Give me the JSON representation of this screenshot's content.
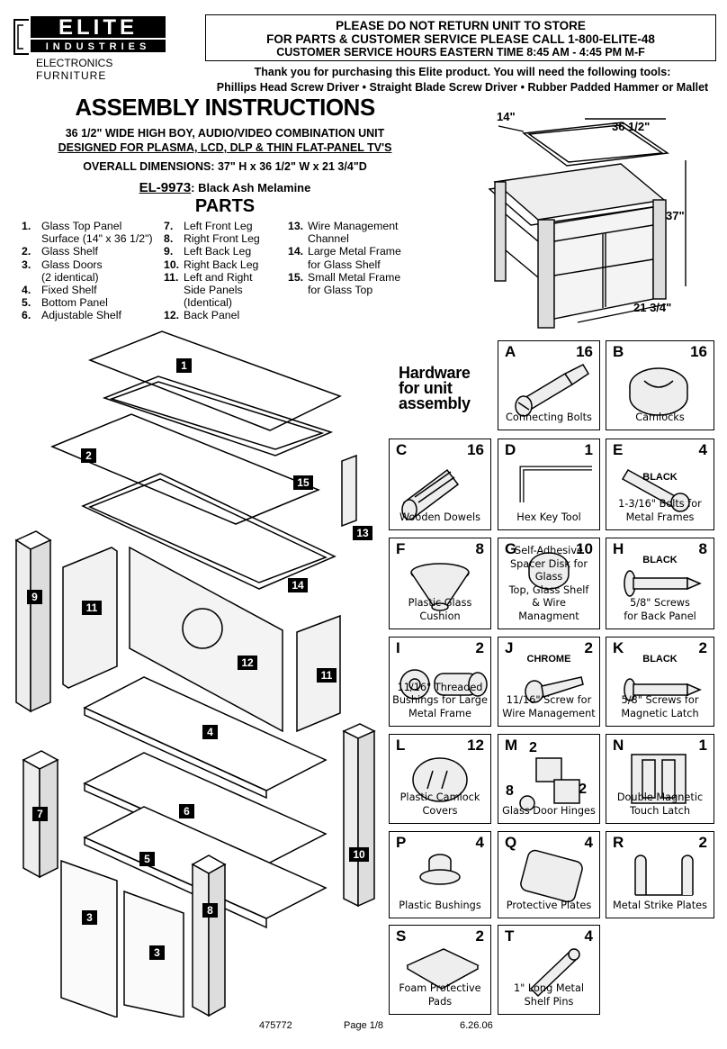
{
  "logo": {
    "brand": "ELITE",
    "sub": "INDUSTRIES",
    "line1": "ELECTRONICS",
    "line2": "FURNITURE"
  },
  "warning": {
    "line1": "PLEASE DO NOT RETURN UNIT TO STORE",
    "line2": "FOR PARTS & CUSTOMER SERVICE PLEASE CALL 1-800-ELITE-48",
    "line3": "CUSTOMER SERVICE HOURS EASTERN TIME 8:45 AM - 4:45 PM M-F"
  },
  "tools": {
    "line1": "Thank you for purchasing this Elite product. You will need the following tools:",
    "line2": "Phillips Head Screw Driver • Straight Blade Screw Driver • Rubber Padded Hammer or Mallet"
  },
  "title": "ASSEMBLY INSTRUCTIONS",
  "subtitle": {
    "line1": "36 1/2\" WIDE HIGH BOY, AUDIO/VIDEO COMBINATION UNIT",
    "line2": "DESIGNED FOR PLASMA, LCD, DLP & THIN FLAT-PANEL TV'S"
  },
  "dimensions": "OVERALL DIMENSIONS: 37\" H x 36 1/2\" W x 21 3/4\"D",
  "model": {
    "number": "EL-9973",
    "finish": ": Black Ash Melamine"
  },
  "parts_title": "PARTS",
  "parts": {
    "col1": [
      {
        "n": "1.",
        "t": "Glass Top Panel"
      },
      {
        "n": "",
        "t": "Surface (14\" x 36 1/2\")"
      },
      {
        "n": "2.",
        "t": "Glass Shelf"
      },
      {
        "n": "3.",
        "t": "Glass Doors"
      },
      {
        "n": "",
        "t": "(2 identical)"
      },
      {
        "n": "4.",
        "t": "Fixed Shelf"
      },
      {
        "n": "5.",
        "t": "Bottom Panel"
      },
      {
        "n": "6.",
        "t": "Adjustable Shelf"
      }
    ],
    "col2": [
      {
        "n": "7.",
        "t": "Left Front Leg"
      },
      {
        "n": "8.",
        "t": "Right Front Leg"
      },
      {
        "n": "9.",
        "t": "Left Back Leg"
      },
      {
        "n": "10.",
        "t": "Right Back Leg"
      },
      {
        "n": "11.",
        "t": "Left and Right"
      },
      {
        "n": "",
        "t": "Side Panels"
      },
      {
        "n": "",
        "t": "(Identical)"
      },
      {
        "n": "12.",
        "t": "Back Panel"
      }
    ],
    "col3": [
      {
        "n": "13.",
        "t": "Wire Management"
      },
      {
        "n": "",
        "t": "Channel"
      },
      {
        "n": "14.",
        "t": "Large Metal Frame"
      },
      {
        "n": "",
        "t": "for Glass Shelf"
      },
      {
        "n": "15.",
        "t": "Small Metal Frame"
      },
      {
        "n": "",
        "t": "for Glass Top"
      }
    ]
  },
  "dimension_labels": {
    "depth": "14\"",
    "width": "36 1/2\"",
    "height": "37\"",
    "deep": "21 3/4\""
  },
  "hardware_title": {
    "line1": "Hardware",
    "line2": "for unit",
    "line3": "assembly"
  },
  "hardware": [
    {
      "letter": "A",
      "qty": "16",
      "desc": [
        "Connecting Bolts"
      ]
    },
    {
      "letter": "B",
      "qty": "16",
      "desc": [
        "Camlocks"
      ]
    },
    {
      "letter": "C",
      "qty": "16",
      "desc": [
        "Wooden Dowels"
      ]
    },
    {
      "letter": "D",
      "qty": "1",
      "desc": [
        "Hex Key Tool"
      ]
    },
    {
      "letter": "E",
      "qty": "4",
      "desc": [
        "1-3/16\" Bolts for",
        "Metal Frames"
      ],
      "tag": "BLACK"
    },
    {
      "letter": "F",
      "qty": "8",
      "desc": [
        "Plastic Glass",
        "Cushion"
      ]
    },
    {
      "letter": "G",
      "qty": "10",
      "desc": [
        "Self-Adhesive",
        "Spacer Disk for Glass",
        "Top, Glass Shelf",
        "& Wire Managment"
      ]
    },
    {
      "letter": "H",
      "qty": "8",
      "desc": [
        "5/8\" Screws",
        "for Back Panel"
      ],
      "tag": "BLACK"
    },
    {
      "letter": "I",
      "qty": "2",
      "desc": [
        "11/16\" Threaded",
        "Bushings for Large",
        "Metal Frame"
      ]
    },
    {
      "letter": "J",
      "qty": "2",
      "desc": [
        "11/16\" Screw for",
        "Wire Management"
      ],
      "tag": "CHROME"
    },
    {
      "letter": "K",
      "qty": "2",
      "desc": [
        "5/8\" Screws for",
        "Magnetic Latch"
      ],
      "tag": "BLACK"
    },
    {
      "letter": "L",
      "qty": "12",
      "desc": [
        "Plastic Camlock",
        "Covers"
      ]
    },
    {
      "letter": "M",
      "qty": "",
      "desc": [
        "Glass Door Hinges"
      ],
      "qty_a": "2",
      "qty_b": "2",
      "qty_c": "8"
    },
    {
      "letter": "N",
      "qty": "1",
      "desc": [
        "Double Magnetic",
        "Touch Latch"
      ]
    },
    {
      "letter": "P",
      "qty": "4",
      "desc": [
        "Plastic Bushings"
      ]
    },
    {
      "letter": "Q",
      "qty": "4",
      "desc": [
        "Protective Plates"
      ]
    },
    {
      "letter": "R",
      "qty": "2",
      "desc": [
        "Metal Strike Plates"
      ]
    },
    {
      "letter": "S",
      "qty": "2",
      "desc": [
        "Foam Protective",
        "Pads"
      ]
    },
    {
      "letter": "T",
      "qty": "4",
      "desc": [
        "1\" Long Metal",
        "Shelf Pins"
      ]
    }
  ],
  "part_labels": [
    "1",
    "2",
    "15",
    "13",
    "14",
    "9",
    "11",
    "12",
    "11",
    "4",
    "6",
    "7",
    "10",
    "5",
    "3",
    "8",
    "3"
  ],
  "footer": {
    "doc": "475772",
    "page": "Page 1/8",
    "date": "6.26.06"
  }
}
